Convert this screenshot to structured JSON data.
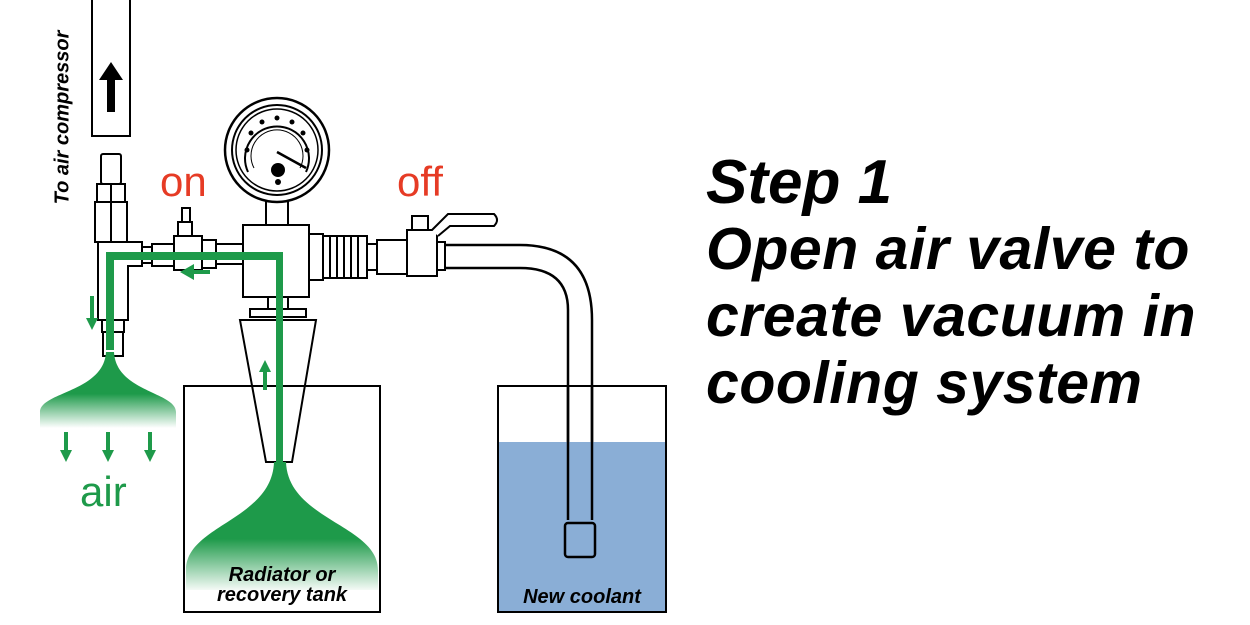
{
  "title": {
    "step": "Step 1",
    "description_lines": [
      "Open air valve to",
      "create vacuum in",
      "cooling system"
    ]
  },
  "labels": {
    "to_compressor": "To air compressor",
    "air_valve_state": "on",
    "coolant_valve_state": "off",
    "air_exhaust": "air",
    "radiator_tank": [
      "Radiator or",
      "recovery tank"
    ],
    "coolant_container": "New coolant"
  },
  "colors": {
    "flow_green": "#1e9a4a",
    "state_red": "#e63b25",
    "coolant_blue": "#8aaed6",
    "outline": "#000000"
  },
  "coolant_fill_level": 0.79
}
